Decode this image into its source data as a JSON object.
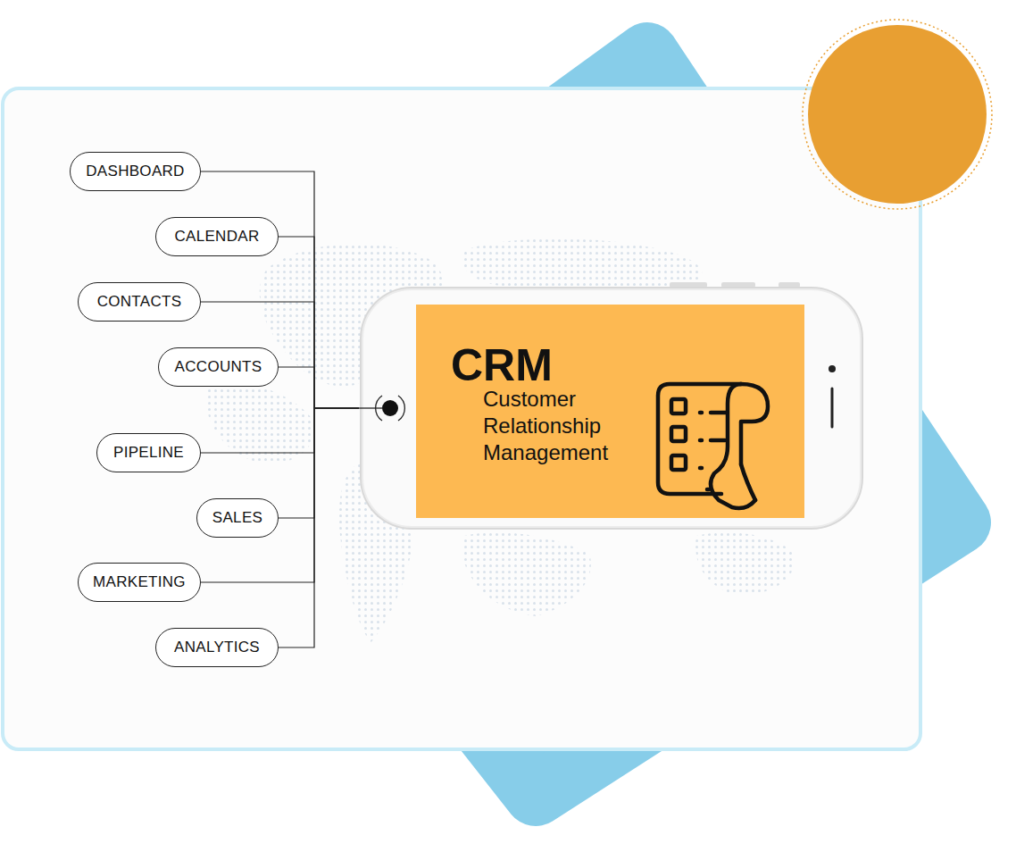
{
  "diagram": {
    "nodes": [
      {
        "text": [
          "DASHBOARD"
        ]
      },
      {
        "text": [
          "CALENDAR"
        ]
      },
      {
        "text": [
          "CONTACTS"
        ]
      },
      {
        "text": [
          "ACCOUNTS"
        ]
      },
      {
        "text": [
          "PIPELINE"
        ]
      },
      {
        "text": [
          "SALES"
        ]
      },
      {
        "text": [
          "MARKETING"
        ]
      },
      {
        "text": [
          "ANALYTICS"
        ]
      },
      {
        "text": [
          "CRM",
          "Customer Relationship Management"
        ]
      }
    ],
    "edges": [
      {
        "from": 0,
        "to": 8,
        "arrow": "none"
      },
      {
        "from": 1,
        "to": 8,
        "arrow": "none"
      },
      {
        "from": 2,
        "to": 8,
        "arrow": "none"
      },
      {
        "from": 3,
        "to": 8,
        "arrow": "none"
      },
      {
        "from": 4,
        "to": 8,
        "arrow": "none"
      },
      {
        "from": 5,
        "to": 8,
        "arrow": "none"
      },
      {
        "from": 6,
        "to": 8,
        "arrow": "none"
      },
      {
        "from": 7,
        "to": 8,
        "arrow": "none"
      }
    ]
  }
}
